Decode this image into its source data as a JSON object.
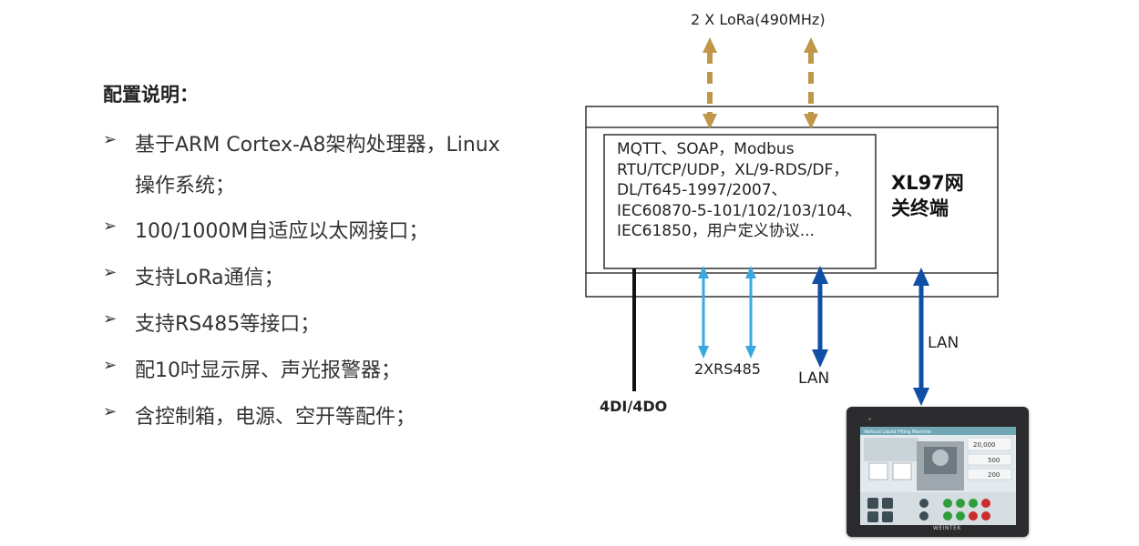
{
  "left": {
    "heading": "配置说明：",
    "bullet_mark": "➢",
    "bullets": [
      {
        "text": " 基于ARM Cortex-A8架构处理器，Linux",
        "cont": "操作系统；"
      },
      {
        "text": "100/1000M自适应以太网接口；"
      },
      {
        "text": "支持LoRa通信；"
      },
      {
        "text": "支持RS485等接口；"
      },
      {
        "text": "配10吋显示屏、声光报警器；"
      },
      {
        "text": "含控制箱，电源、空开等配件；"
      }
    ]
  },
  "diagram": {
    "lora_label": "2 X LoRa(490MHz)",
    "protocol_lines": [
      "MQTT、SOAP，Modbus",
      "RTU/TCP/UDP，XL/9-RDS/DF，",
      "DL/T645-1997/2007、",
      "IEC60870-5-101/102/103/104、",
      "IEC61850，用户定义协议..."
    ],
    "terminal_name_line1": "XL97网",
    "terminal_name_line2": "关终端",
    "rs485_label": "2XRS485",
    "lan_label_1": "LAN",
    "lan_label_2": "LAN",
    "dido_label": "4DI/4DO",
    "hmi": {
      "screen_title": "Vertical Liquid Filling Machine",
      "brand": "WEINTEK",
      "value_1": "20,000",
      "value_2": "500",
      "value_3": "200"
    },
    "colors": {
      "lora_arrow": "#c09748",
      "rs485_arrow": "#3aa8df",
      "lan_arrow": "#0f4fa6",
      "frame": "#111111"
    }
  }
}
